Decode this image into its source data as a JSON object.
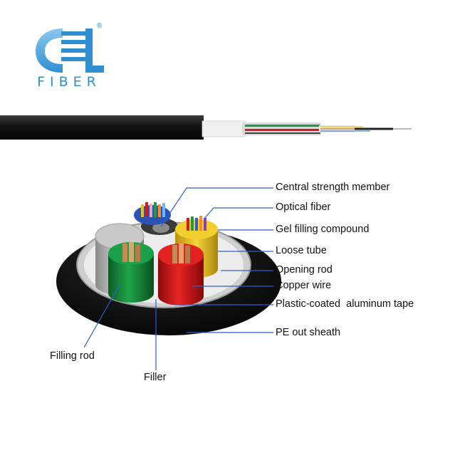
{
  "brand": {
    "name": "FIBER",
    "registered_mark": "®",
    "color": "#2f8fd0"
  },
  "callouts": [
    {
      "id": "central-strength-member",
      "text": "Central strength member"
    },
    {
      "id": "optical-fiber",
      "text": "Optical fiber"
    },
    {
      "id": "gel-filling-compound",
      "text": "Gel filling compound"
    },
    {
      "id": "loose-tube",
      "text": "Loose tube"
    },
    {
      "id": "opening-rod",
      "text": "Opening rod"
    },
    {
      "id": "copper-wire",
      "text": "Copper wire"
    },
    {
      "id": "aluminum-tape",
      "text": "Plastic-coated  aluminum tape"
    },
    {
      "id": "pe-out-sheath",
      "text": "PE out sheath"
    },
    {
      "id": "filling-rod",
      "text": "Filling rod"
    },
    {
      "id": "filler",
      "text": "Filler"
    }
  ],
  "colors": {
    "leader": "#2a62c9",
    "sheath": "#111111",
    "green_tube": "#17883a",
    "red_tube": "#d41b1b",
    "yellow_tube": "#e6c21a"
  }
}
